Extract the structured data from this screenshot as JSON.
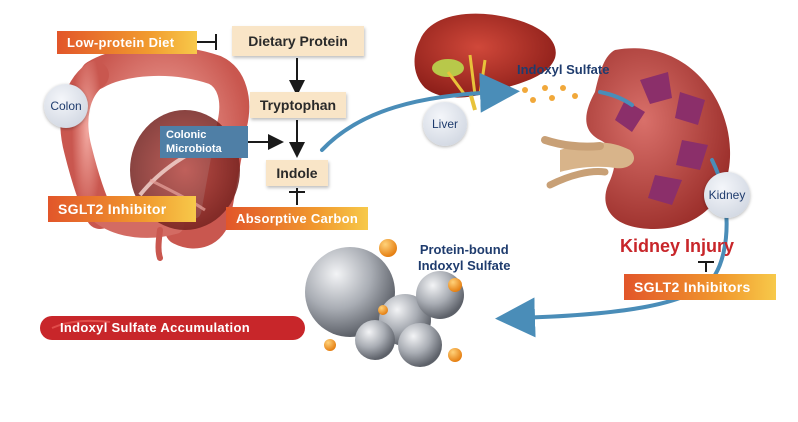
{
  "labels": {
    "low_protein_diet": "Low-protein Diet",
    "dietary_protein": "Dietary Protein",
    "tryptophan": "Tryptophan",
    "colonic_microbiota": "Colonic Microbiota",
    "indole": "Indole",
    "absorptive_carbon": "Absorptive Carbon",
    "sglt2_inhibitor": "SGLT2 Inhibitor",
    "colon": "Colon",
    "liver": "Liver",
    "indoxyl_sulfate": "Indoxyl Sulfate",
    "kidney": "Kidney",
    "kidney_injury": "Kidney Injury",
    "sglt2_inhibitors": "SGLT2 Inhibitors",
    "protein_bound_line1": "Protein-bound",
    "protein_bound_line2": "Indoxyl Sulfate",
    "indoxyl_sulfate_accumulation": "Indoxyl Sulfate Accumulation"
  },
  "colors": {
    "orange_start": "#e2562a",
    "orange_end": "#f7c94a",
    "navy_text": "#1f3c6e",
    "kidney_injury_red": "#c8262a",
    "accumulation_bar": "#c8262a",
    "arrow_blue": "#4a8db8",
    "cream_box": "#f9e5c7"
  },
  "icons": [
    "colon-illustration",
    "liver-illustration",
    "kidney-illustration",
    "protein-molecule-illustration"
  ]
}
